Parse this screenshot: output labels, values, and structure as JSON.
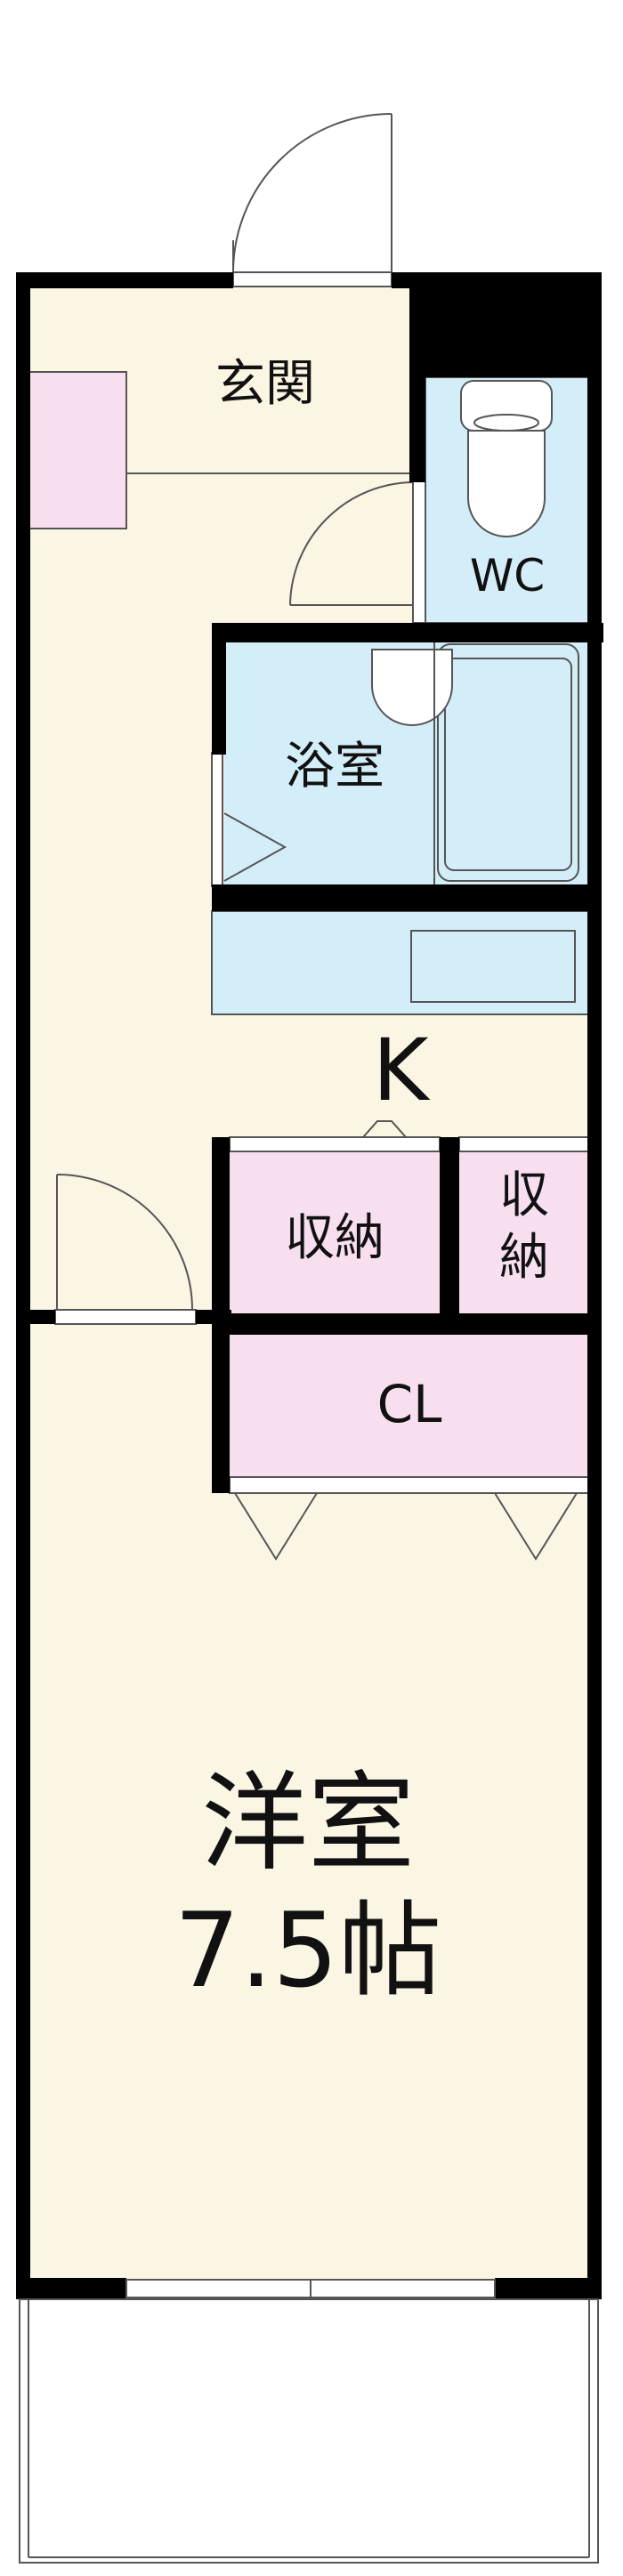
{
  "rooms": {
    "genkan": "玄関",
    "wc": "WC",
    "bath": "浴室",
    "kitchen": "K",
    "storage1": "収納",
    "storage2_line1": "収",
    "storage2_line2": "納",
    "closet": "CL",
    "western_line1": "洋室",
    "western_line2": "7.5帖"
  },
  "colors": {
    "wall": "#000000",
    "floor": "#fbf6e4",
    "wet_area": "#d3eef9",
    "storage": "#f8dff0",
    "balcony": "#ffffff"
  }
}
